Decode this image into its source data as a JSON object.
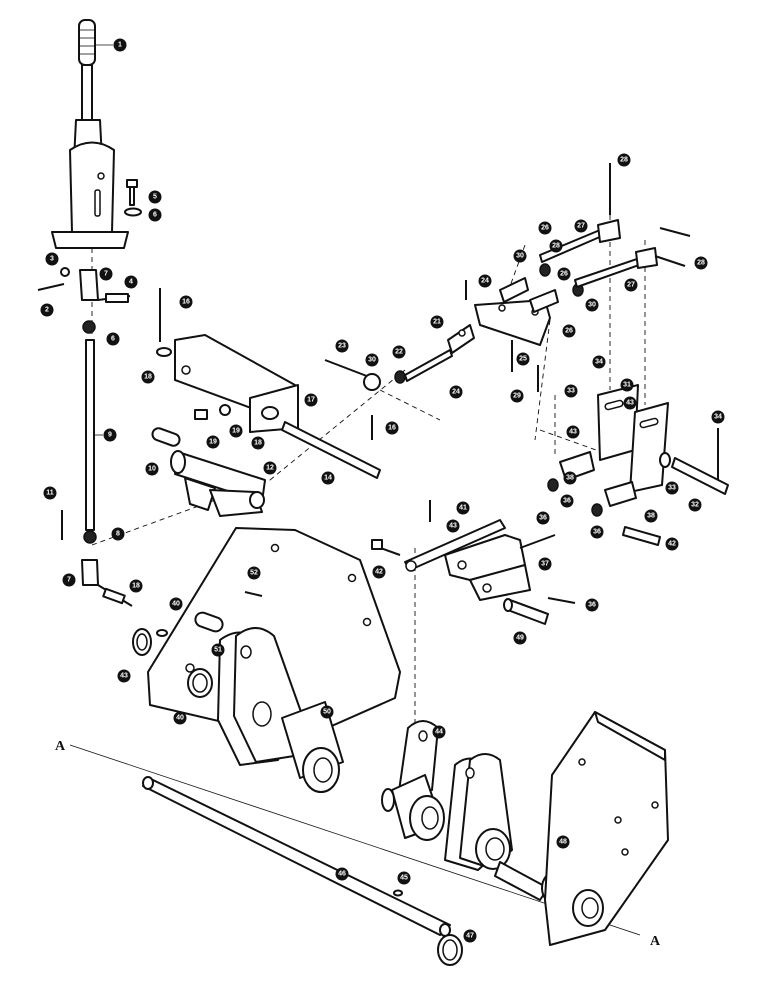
{
  "section_marker": {
    "start": "A",
    "end": "A"
  },
  "callouts": [
    "1",
    "2",
    "3",
    "4",
    "5",
    "6",
    "7",
    "8",
    "9",
    "10",
    "11",
    "12",
    "14",
    "16",
    "17",
    "18",
    "19",
    "21",
    "22",
    "23",
    "24",
    "25",
    "26",
    "27",
    "28",
    "29",
    "30",
    "31",
    "32",
    "33",
    "34",
    "36",
    "37",
    "38",
    "40",
    "41",
    "42",
    "43",
    "44",
    "45",
    "46",
    "47",
    "48",
    "49",
    "50",
    "51",
    "52"
  ],
  "callout_color": "#111111",
  "line_color": "#111111",
  "background": "#ffffff"
}
